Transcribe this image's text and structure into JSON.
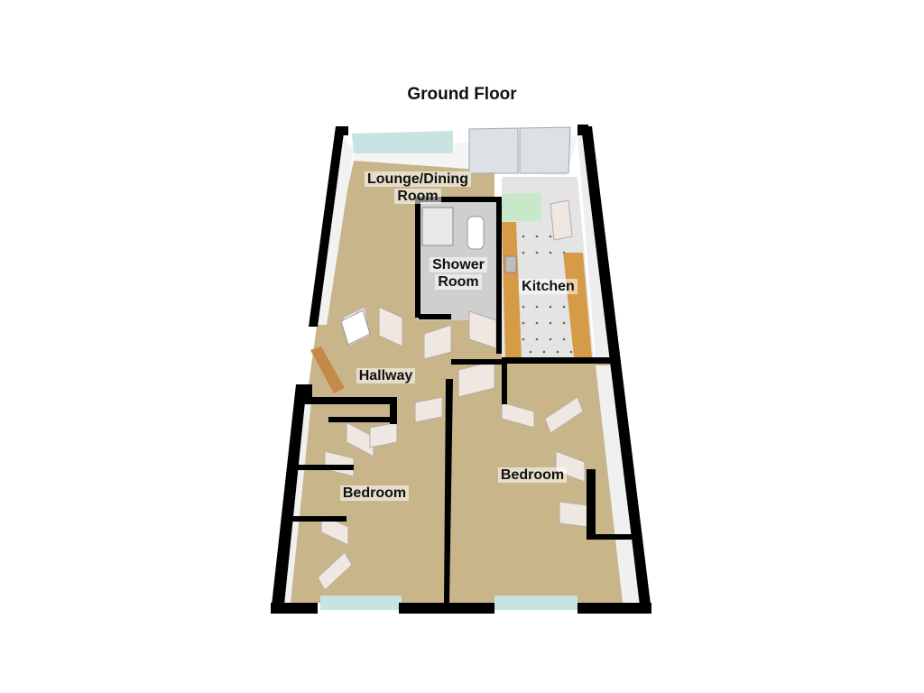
{
  "title": "Ground Floor",
  "rooms": {
    "lounge": {
      "line1": "Lounge/Dining",
      "line2": "Room"
    },
    "shower": {
      "line1": "Shower",
      "line2": "Room"
    },
    "kitchen": {
      "line1": "Kitchen"
    },
    "hallway": {
      "line1": "Hallway"
    },
    "bedroom_left": {
      "line1": "Bedroom"
    },
    "bedroom_right": {
      "line1": "Bedroom"
    }
  },
  "colors": {
    "wall": "#000000",
    "wall_face": "#f4f4f4",
    "carpet": "#c8b68a",
    "kitchen_floor": "#e6e6e6",
    "shower_floor": "#cfcfcf",
    "worktop": "#d69b47",
    "door": "#efe7e2",
    "front_door": "#c58a4a",
    "window": "#c7e4e2"
  }
}
